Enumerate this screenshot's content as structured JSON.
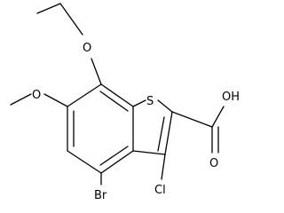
{
  "molecule": {
    "atoms": {
      "ethoxy_oxygen": "O",
      "methoxy_oxygen": "O",
      "sulfur": "S",
      "carboxyl_hydroxyl": "OH",
      "carbonyl_oxygen": "O",
      "chlorine": "Cl",
      "bromine": "Br"
    }
  }
}
